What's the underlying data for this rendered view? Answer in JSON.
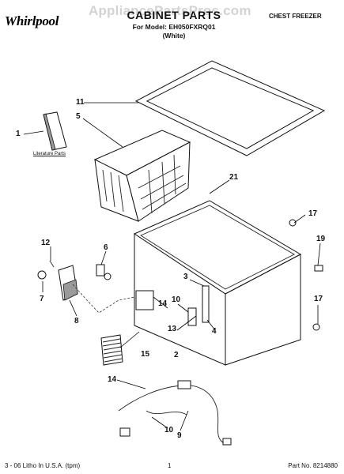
{
  "header": {
    "brand": "Whirlpool",
    "watermark": "AppliancePartsPros.com",
    "title": "CABINET PARTS",
    "model_line": "For Model: EH050FXRQ01",
    "variant": "(White)",
    "category": "CHEST FREEZER"
  },
  "literature_caption": "Literature Parts",
  "callouts": {
    "c1": "1",
    "c2": "2",
    "c3": "3",
    "c4": "4",
    "c5": "5",
    "c6": "6",
    "c7": "7",
    "c8": "8",
    "c9": "9",
    "c10a": "10",
    "c10b": "10",
    "c11": "11",
    "c12": "12",
    "c13": "13",
    "c14a": "14",
    "c14b": "14",
    "c15": "15",
    "c17a": "17",
    "c17b": "17",
    "c19": "19",
    "c21": "21"
  },
  "footer": {
    "left": "3 - 06 Litho In U.S.A. (tpm)",
    "center": "1",
    "right": "Part No. 8214880"
  },
  "colors": {
    "ink": "#111111",
    "watermark": "#d3d3d3",
    "shade": "#9a9a9a"
  }
}
